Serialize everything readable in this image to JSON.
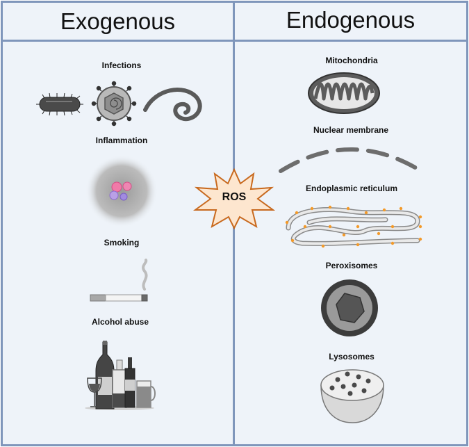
{
  "panels": {
    "exogenous": {
      "title": "Exogenous",
      "items": [
        "Infections",
        "Inflammation",
        "Smoking",
        "Alcohol abuse"
      ]
    },
    "endogenous": {
      "title": "Endogenous",
      "items": [
        "Mitochondria",
        "Nuclear membrane",
        "Endoplasmic reticulum",
        "Peroxisomes",
        "Lysosomes"
      ]
    }
  },
  "center": {
    "label": "ROS"
  },
  "icons": {
    "infections": [
      "bacterium-icon",
      "virus-icon",
      "parasitic-worm-icon"
    ],
    "inflammation": "immune-cells-icon",
    "smoking": "cigarette-icon",
    "alcohol_abuse": "bottles-and-glasses-icon",
    "mitochondria": "mitochondrion-icon",
    "nuclear_membrane": "dashed-membrane-icon",
    "endoplasmic_reticulum": "endoplasmic-reticulum-icon",
    "peroxisomes": "peroxisome-icon",
    "lysosomes": "lysosome-bowl-icon"
  },
  "colors": {
    "panel_border": "#7f96bb",
    "panel_fill": "#eef3f9",
    "burst_fill": "#fde6cf",
    "burst_stroke": "#c8691e"
  }
}
